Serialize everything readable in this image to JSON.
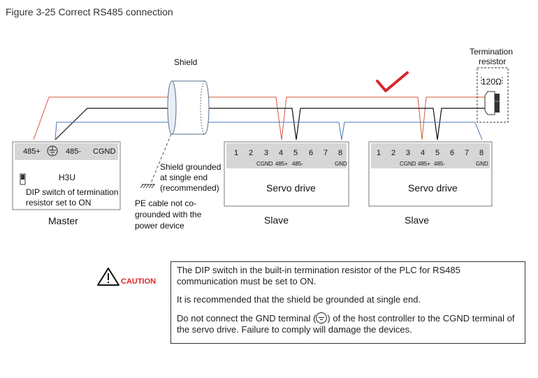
{
  "figure_title": "Figure 3-25 Correct RS485 connection",
  "shield_label": "Shield",
  "termination": {
    "label_line1": "Termination",
    "label_line2": "resistor",
    "value": "120Ω"
  },
  "master": {
    "terminals": [
      "485+",
      "485-",
      "CGND"
    ],
    "model": "H3U",
    "dip_label_line1": "DIP switch of termination",
    "dip_label_line2": "resistor set to ON",
    "role": "Master"
  },
  "shield_note": {
    "line1": "Shield grounded",
    "line2": "at single end",
    "line3": "(recommended)"
  },
  "pe_note": {
    "line1": "PE cable not co-",
    "line2": "grounded with the",
    "line3": "power device"
  },
  "slaves": [
    {
      "pins": [
        "1",
        "2",
        "3",
        "4",
        "5",
        "6",
        "7",
        "8"
      ],
      "sublabels": [
        "CGND",
        "485+",
        "485-",
        "GND"
      ],
      "name": "Servo drive",
      "role": "Slave"
    },
    {
      "pins": [
        "1",
        "2",
        "3",
        "4",
        "5",
        "6",
        "7",
        "8"
      ],
      "sublabels": [
        "CGND",
        "485+",
        "485-",
        "GND"
      ],
      "name": "Servo drive",
      "role": "Slave"
    }
  ],
  "caution": {
    "label": "CAUTION",
    "p1": "The DIP switch in the built-in termination resistor of the PLC for RS485 communication must be set to ON.",
    "p2": "It is recommended that the shield be grounded at single end.",
    "p3_before": "Do not connect the GND terminal (",
    "p3_after": ") of the host controller to the CGND terminal of the servo drive. Failure to comply will damage the devices."
  },
  "colors": {
    "red_wire": "#d9573e",
    "black_wire": "#111111",
    "blue_wire": "#4a78b8",
    "check_mark": "#d9262b",
    "panel_fill": "#d6d6d6",
    "box_border": "#7a7a7a"
  }
}
